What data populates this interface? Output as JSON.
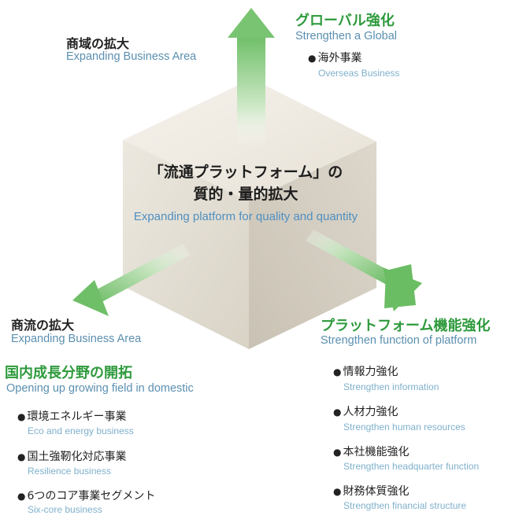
{
  "center": {
    "title_line1": "「流通プラットフォーム」の",
    "title_line2": "質的・量的拡大",
    "subtitle": "Expanding platform for quality and quantity"
  },
  "top_left": {
    "title": "商域の拡大",
    "subtitle": "Expanding Business Area"
  },
  "top_right": {
    "title": "グローバル強化",
    "subtitle": "Strengthen a Global",
    "items": [
      {
        "jp": "海外事業",
        "en": "Overseas Business"
      }
    ]
  },
  "bottom_left": {
    "title": "商流の拡大",
    "subtitle": "Expanding Business Area",
    "heading": "国内成長分野の開拓",
    "heading_sub": "Opening up growing field in domestic",
    "items": [
      {
        "jp": "環境エネルギー事業",
        "en": "Eco and energy business"
      },
      {
        "jp": "国土強靭化対応事業",
        "en": "Resilience business"
      },
      {
        "jp": "6つのコア事業セグメント",
        "en": "Six-core business"
      }
    ]
  },
  "bottom_right": {
    "title": "プラットフォーム機能強化",
    "subtitle": "Strengthen function of platform",
    "items": [
      {
        "jp": "情報力強化",
        "en": "Strengthen information"
      },
      {
        "jp": "人材力強化",
        "en": "Strengthen human resources"
      },
      {
        "jp": "本社機能強化",
        "en": "Strengthen headquarter function"
      },
      {
        "jp": "財務体質強化",
        "en": "Strengthen financial structure"
      }
    ]
  },
  "bullet_char": "●",
  "colors": {
    "green_title": "#2e9a3c",
    "blue_text": "#5a8fb0",
    "arrow_green": "#79c472",
    "cube_top": "#efebe3",
    "cube_left": "#e2ddd2",
    "cube_right": "#d2ccc0"
  }
}
